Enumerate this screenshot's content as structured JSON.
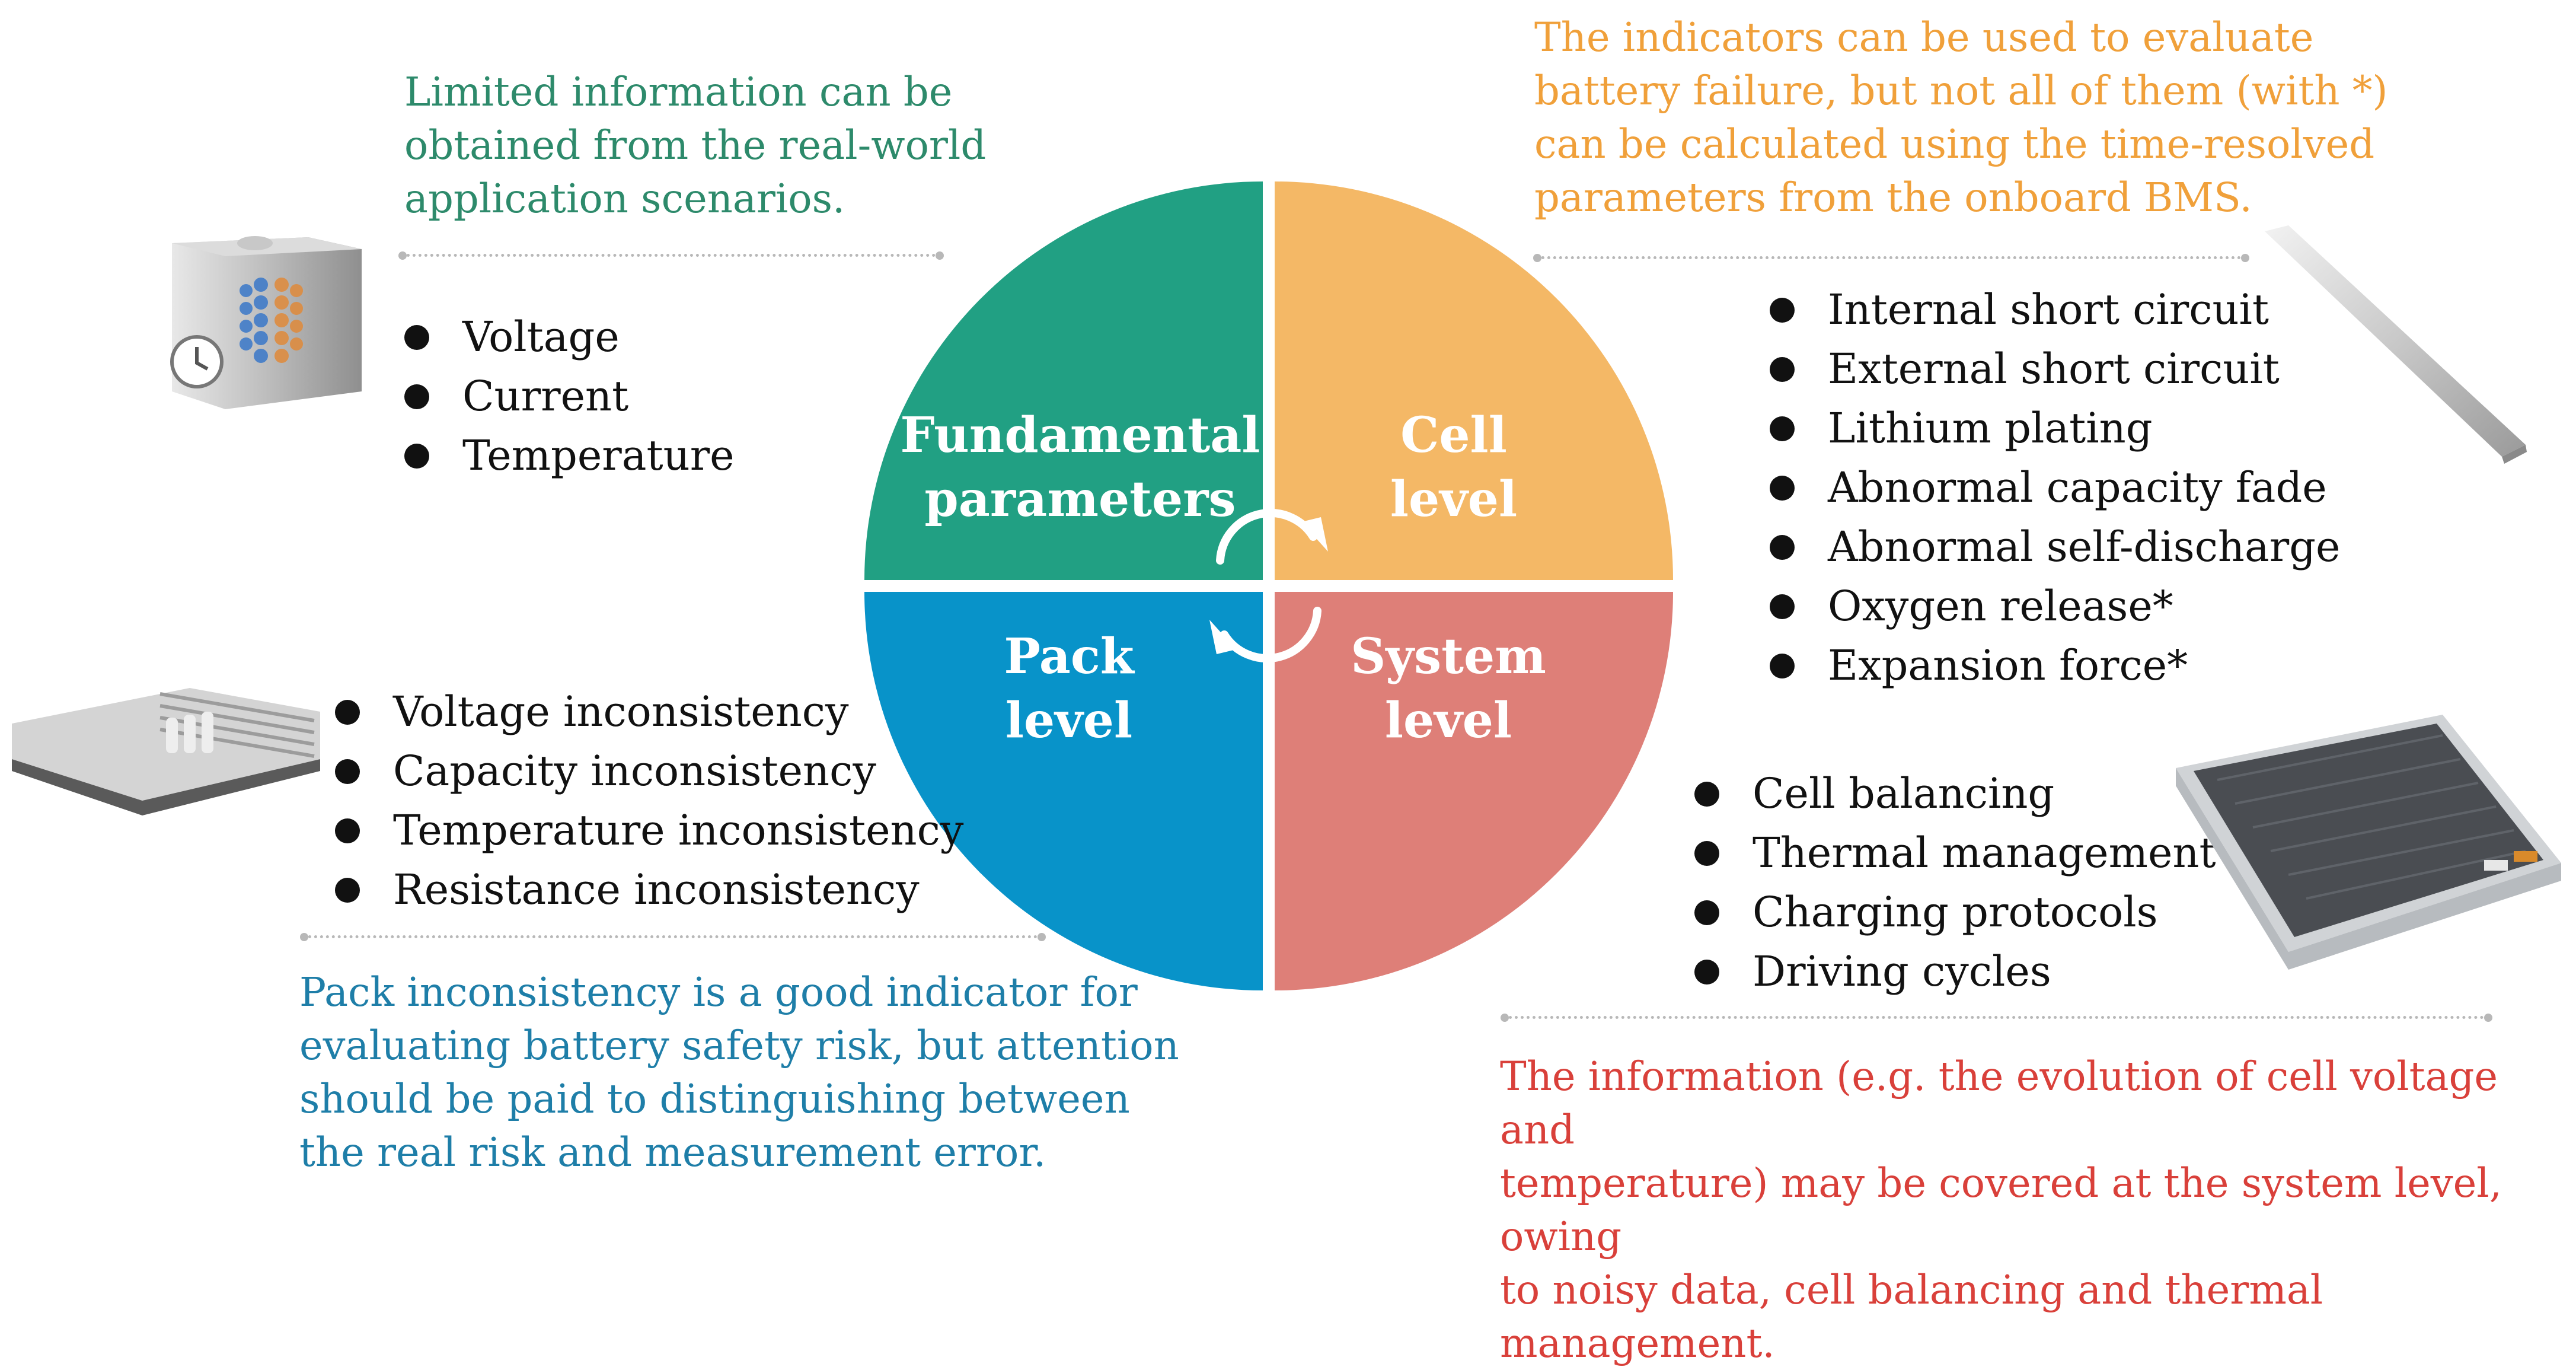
{
  "colors": {
    "fundamental": "#21a083",
    "cell": "#f4b866",
    "pack": "#0893c9",
    "system": "#de7f78",
    "caption_fundamental": "#2d8a6b",
    "caption_cell": "#f0a03a",
    "caption_pack": "#1e7ea8",
    "caption_system": "#d9403a"
  },
  "quadrants": {
    "fundamental": {
      "line1": "Fundamental",
      "line2": "parameters"
    },
    "cell": {
      "line1": "Cell",
      "line2": "level"
    },
    "pack": {
      "line1": "Pack",
      "line2": "level"
    },
    "system": {
      "line1": "System",
      "line2": "level"
    }
  },
  "fundamental": {
    "caption": [
      "Limited information can be",
      "obtained from the real-world",
      "application scenarios."
    ],
    "items": [
      "Voltage",
      "Current",
      "Temperature"
    ]
  },
  "cell": {
    "caption": [
      "The indicators can be used to evaluate",
      "battery failure, but not all of them (with *)",
      "can be calculated using the time-resolved",
      "parameters from the onboard BMS."
    ],
    "items": [
      "Internal short circuit",
      "External short circuit",
      "Lithium plating",
      "Abnormal capacity fade",
      "Abnormal self-discharge",
      "Oxygen release*",
      "Expansion force*"
    ]
  },
  "pack": {
    "items": [
      "Voltage inconsistency",
      "Capacity inconsistency",
      "Temperature inconsistency",
      "Resistance inconsistency"
    ],
    "caption": [
      "Pack inconsistency is a good indicator for",
      "evaluating battery safety risk, but attention",
      "should be paid to distinguishing between",
      "the real risk and measurement error."
    ]
  },
  "system": {
    "items": [
      "Cell balancing",
      "Thermal management",
      "Charging protocols",
      "Driving cycles"
    ],
    "caption": [
      "The information (e.g. the evolution of cell voltage and",
      "temperature) may be covered at the system level, owing",
      "to noisy data, cell balancing and thermal management."
    ]
  }
}
